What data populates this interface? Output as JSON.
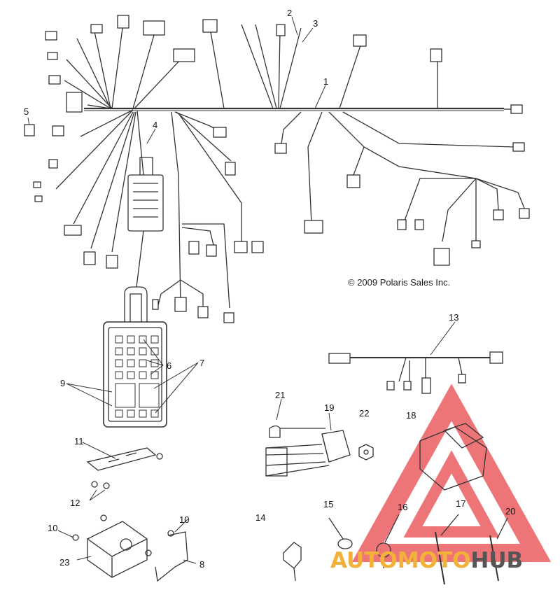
{
  "copyright": "© 2009 Polaris Sales Inc.",
  "watermark": {
    "word1": "AUTO",
    "word2": "MOTO",
    "word3": "HUB",
    "accent_color": "#f2b23a",
    "dark_color": "#555555",
    "triangle_color": "#e8474b"
  },
  "callouts": {
    "c1": "1",
    "c2": "2",
    "c3": "3",
    "c4": "4",
    "c5": "5",
    "c6": "6",
    "c7": "7",
    "c8": "8",
    "c9": "9",
    "c10a": "10",
    "c10b": "10",
    "c11": "11",
    "c12": "12",
    "c13": "13",
    "c14": "14",
    "c15": "15",
    "c16": "16",
    "c17": "17",
    "c18": "18",
    "c19": "19",
    "c20": "20",
    "c21": "21",
    "c22": "22",
    "c23": "23"
  }
}
